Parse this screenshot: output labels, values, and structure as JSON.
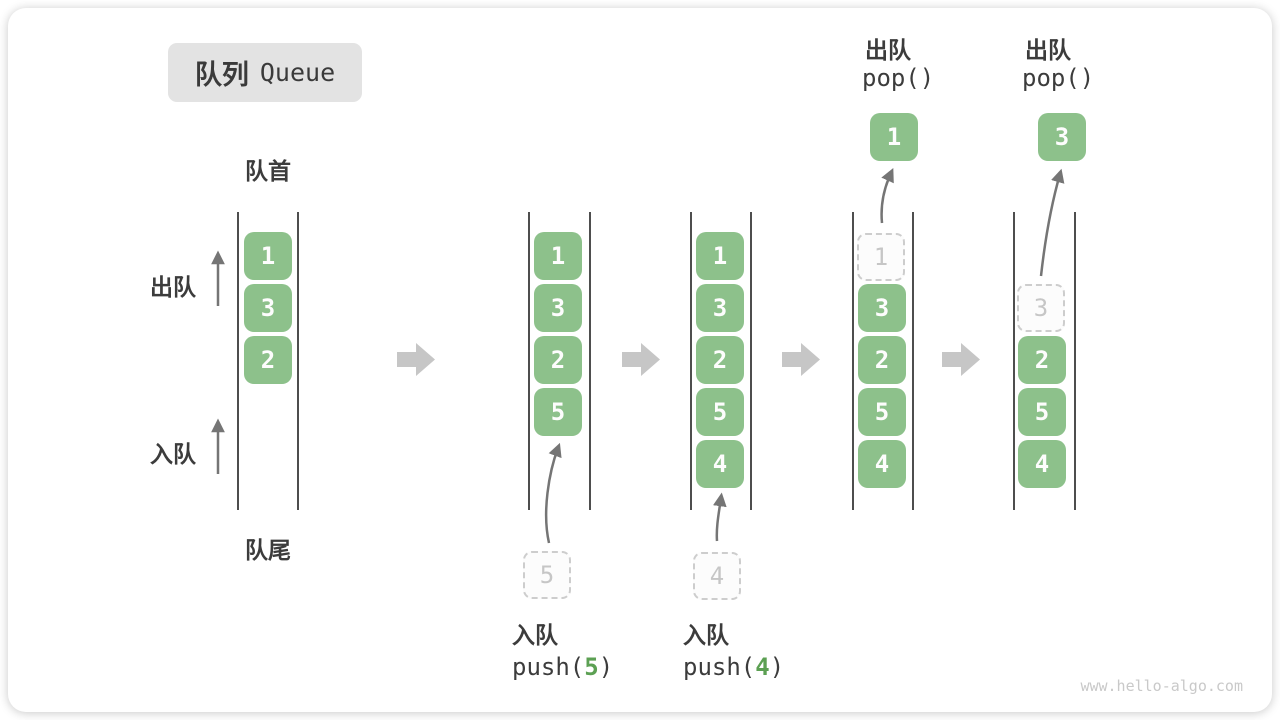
{
  "title": {
    "zh": "队列",
    "en": "Queue"
  },
  "labels": {
    "front": "队首",
    "rear": "队尾",
    "dequeue": "出队",
    "enqueue": "入队"
  },
  "frames": [
    {
      "boxes": [
        "1",
        "3",
        "2"
      ]
    },
    {
      "boxes": [
        "1",
        "3",
        "2",
        "5"
      ],
      "ghost": "5",
      "op": {
        "action": "入队",
        "fn": "push(",
        "arg": "5",
        "close": ")"
      }
    },
    {
      "boxes": [
        "1",
        "3",
        "2",
        "5",
        "4"
      ],
      "ghost": "4",
      "op": {
        "action": "入队",
        "fn": "push(",
        "arg": "4",
        "close": ")"
      }
    },
    {
      "boxes": [
        "3",
        "2",
        "5",
        "4"
      ],
      "ghost": "1",
      "popped": "1",
      "op": {
        "action": "出队",
        "fn": "pop()"
      }
    },
    {
      "boxes": [
        "2",
        "5",
        "4"
      ],
      "ghost": "3",
      "popped": "3",
      "op": {
        "action": "出队",
        "fn": "pop()"
      }
    }
  ],
  "watermark": "www.hello-algo.com",
  "colors": {
    "box_green": "#8DC18B",
    "accent_green": "#5CA053",
    "block_arrow_gray": "#C6C6C6",
    "thin_arrow_gray": "#757575",
    "wall_dark": "#4E4E4E",
    "text_dark": "#3C3C3C",
    "ghost_gray": "#C6C6C6",
    "badge_bg": "#E3E3E3"
  }
}
